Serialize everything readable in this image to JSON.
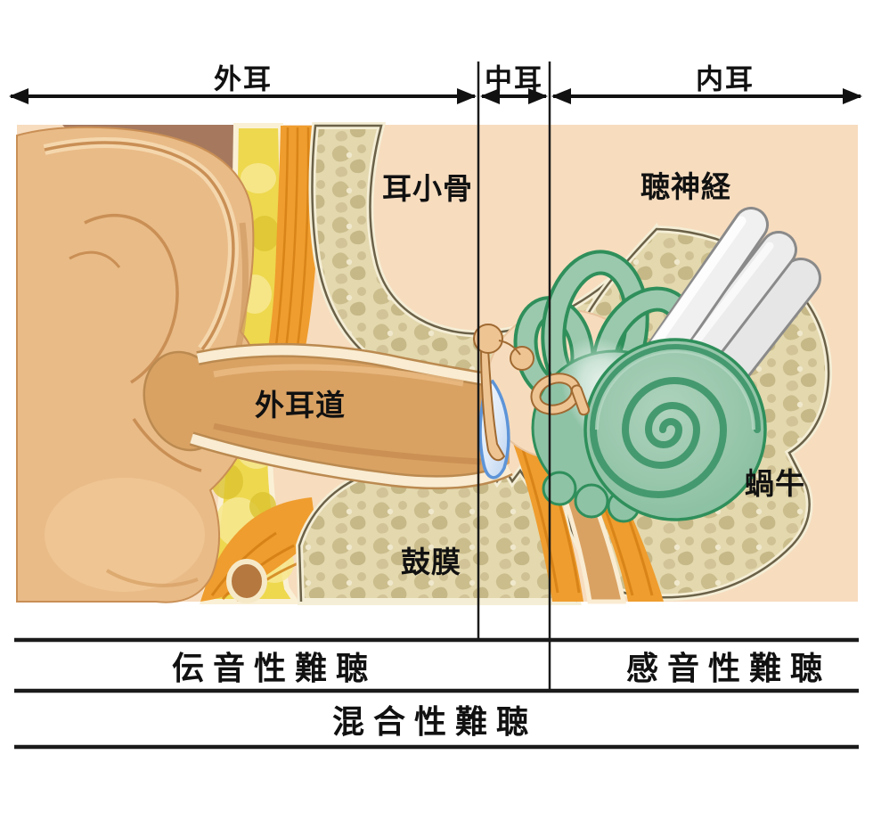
{
  "scale": {
    "outer": "外耳",
    "middle": "中耳",
    "inner": "内耳"
  },
  "anatomy": {
    "ossicles": "耳小骨",
    "auditory_nerve": "聴神経",
    "ear_canal": "外耳道",
    "cochlea": "蝸牛",
    "eardrum": "鼓膜"
  },
  "hearing_loss": {
    "conductive": "伝音性難聴",
    "sensorineural": "感音性難聴",
    "mixed": "混合性難聴"
  },
  "colors": {
    "illustration_background": "#f7dcbe",
    "skin": "#e9bb87",
    "skin_shadow": "#a6795e",
    "fat_yellow": "#eed84e",
    "muscle_orange": "#ef9d2e",
    "bone": "#e3d8ae",
    "bone_spots": "#cbbd8c",
    "labyrinth_green": "#8fc3a6",
    "labyrinth_outline": "#2f8f5b",
    "nerve_gray": "#ebebeb",
    "eardrum_blue": "#5d94d8",
    "lines_text": "#111111"
  }
}
